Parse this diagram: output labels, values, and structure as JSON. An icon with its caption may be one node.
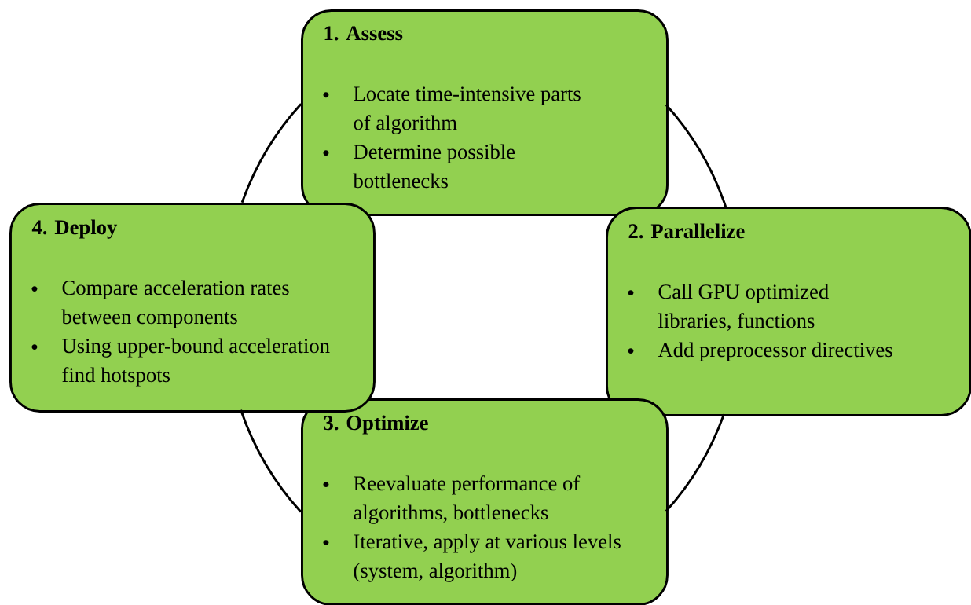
{
  "diagram": {
    "nodes": [
      {
        "text": [
          "1. Assess",
          "Locate time-intensive parts of algorithm",
          "Determine possible bottlenecks"
        ]
      },
      {
        "text": [
          "2. Parallelize",
          "Call GPU optimized libraries, functions",
          "Add preprocessor directives"
        ]
      },
      {
        "text": [
          "3. Optimize",
          "Reevaluate performance of algorithms, bottlenecks",
          "Iterative, apply at various levels (system, algorithm)"
        ]
      },
      {
        "text": [
          "4. Deploy",
          "Compare acceleration rates between components",
          "Using upper-bound acceleration find hotspots"
        ]
      }
    ],
    "edges": [
      {
        "from": 0,
        "to": 1,
        "arrow": "none"
      },
      {
        "from": 1,
        "to": 2,
        "arrow": "none"
      },
      {
        "from": 2,
        "to": 3,
        "arrow": "none"
      },
      {
        "from": 3,
        "to": 0,
        "arrow": "none"
      }
    ]
  }
}
